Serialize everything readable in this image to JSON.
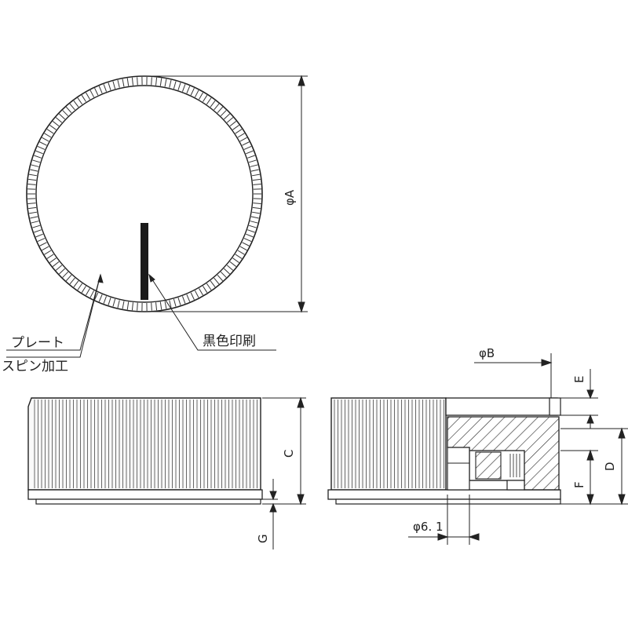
{
  "labels": {
    "plate": "プレート",
    "spin": "スピン加工",
    "print": "黒色印刷"
  },
  "dimensions": {
    "phiA": "φA",
    "phiB": "φB",
    "C": "C",
    "D": "D",
    "E": "E",
    "F": "F",
    "G": "G",
    "phi61": "φ6. 1"
  },
  "colors": {
    "line": "#222222",
    "hatch": "#333333",
    "background": "#ffffff"
  }
}
